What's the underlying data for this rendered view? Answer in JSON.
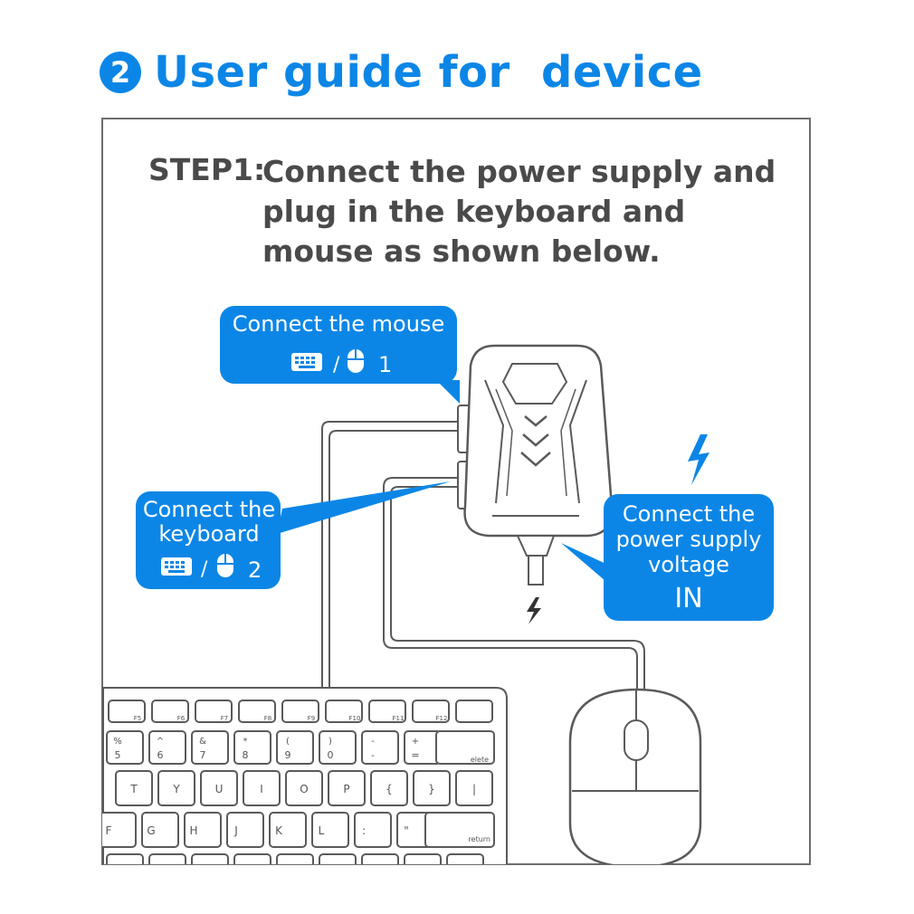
{
  "header": {
    "step_number": "2",
    "title": "User guide for  device"
  },
  "step": {
    "label": "STEP1:",
    "instruction": "Connect the power supply and plug in the keyboard and mouse as shown below."
  },
  "callouts": {
    "mouse": {
      "line1": "Connect the mouse",
      "port": "1"
    },
    "keyboard": {
      "line1": "Connect the",
      "line2": "keyboard",
      "port": "2"
    },
    "power": {
      "line1": "Connect the",
      "line2": "power supply",
      "line3": "voltage",
      "line4": "IN"
    }
  },
  "keyboard_keys": {
    "fn_row": [
      "F5",
      "F6",
      "F7",
      "F8",
      "F9",
      "F10",
      "F11",
      "F12"
    ],
    "num_row_top": [
      "%",
      "^",
      "&",
      "*",
      "(",
      ")",
      "-",
      "+"
    ],
    "num_row_bottom": [
      "5",
      "6",
      "7",
      "8",
      "9",
      "0",
      "-",
      "="
    ],
    "delete": "elete",
    "row_q": [
      "T",
      "Y",
      "U",
      "I",
      "O",
      "P",
      "{",
      "}",
      "|"
    ],
    "row_a": [
      "F",
      "G",
      "H",
      "J",
      "K",
      "L",
      ":",
      "\""
    ],
    "return": "return"
  },
  "colors": {
    "accent": "#0c86e6",
    "text": "#4a4a4a",
    "outline": "#6d6d6d"
  }
}
